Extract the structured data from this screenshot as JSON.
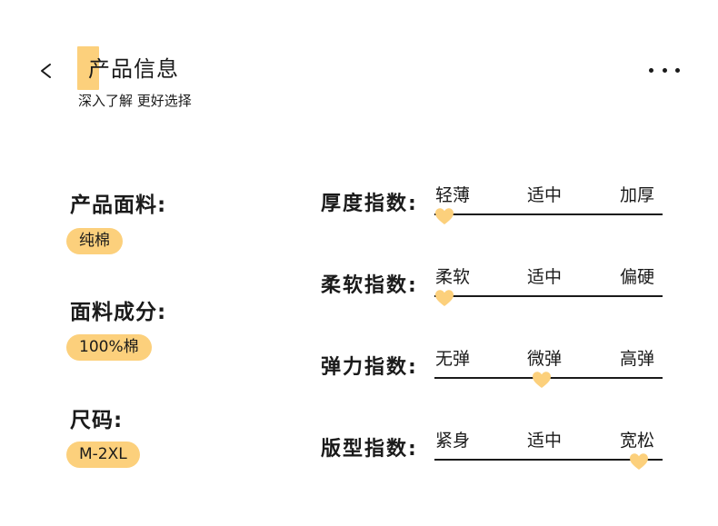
{
  "header": {
    "title": "产品信息",
    "subtitle": "深入了解 更好选择",
    "back_icon": "chevron-left-icon",
    "more_icon": "more-horizontal-icon"
  },
  "colors": {
    "accent": "#fcd07c",
    "text": "#1a1a1a",
    "track": "#1a1a1a",
    "heart": "#fcd07c"
  },
  "product_info": [
    {
      "label": "产品面料:",
      "value": "纯棉"
    },
    {
      "label": "面料成分:",
      "value": "100%棉"
    },
    {
      "label": "尺码:",
      "value": "M-2XL"
    }
  ],
  "indices": [
    {
      "label": "厚度指数:",
      "options": [
        "轻薄",
        "适中",
        "加厚"
      ],
      "level": 0.0
    },
    {
      "label": "柔软指数:",
      "options": [
        "柔软",
        "适中",
        "偏硬"
      ],
      "level": 0.0
    },
    {
      "label": "弹力指数:",
      "options": [
        "无弹",
        "微弹",
        "高弹"
      ],
      "level": 0.5
    },
    {
      "label": "版型指数:",
      "options": [
        "紧身",
        "适中",
        "宽松"
      ],
      "level": 1.0
    }
  ]
}
